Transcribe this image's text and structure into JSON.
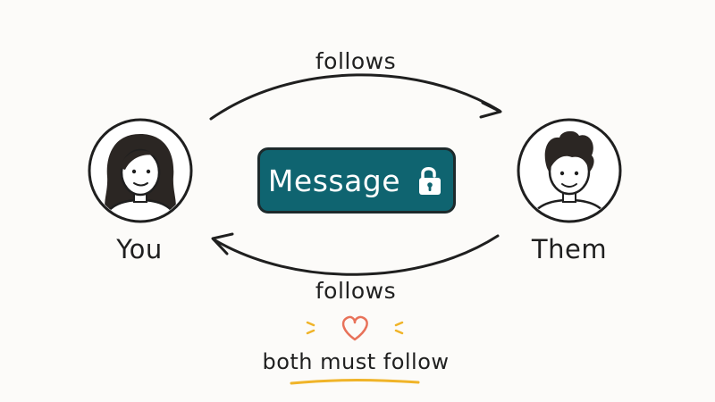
{
  "edges": {
    "top_label": "follows",
    "bottom_label": "follows"
  },
  "people": {
    "left": {
      "label": "You",
      "icon": "woman-avatar-icon"
    },
    "right": {
      "label": "Them",
      "icon": "man-avatar-icon"
    }
  },
  "message_button": {
    "label": "Message",
    "icon": "unlocked-padlock-icon",
    "color": "#0f6470"
  },
  "mutual": {
    "label": "both must follow",
    "icon": "heart-icon",
    "heart_color": "#e8725a",
    "accent_color": "#f0b429"
  }
}
